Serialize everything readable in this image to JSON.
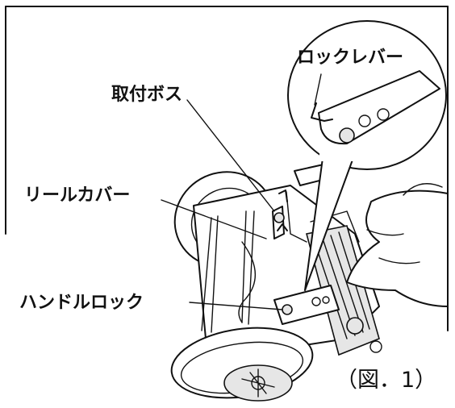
{
  "labels": {
    "lock_lever": "ロックレバー",
    "mounting_boss": "取付ボス",
    "reel_cover": "リールカバー",
    "handle_lock": "ハンドルロック"
  },
  "caption": "（図．1）"
}
